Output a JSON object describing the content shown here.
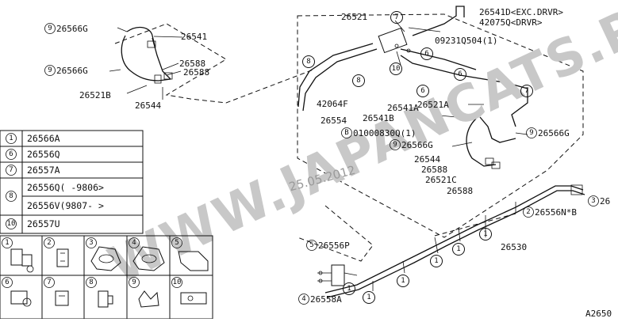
{
  "watermark": "WWW.JAPANCATS.RU",
  "date_stamp": "25.05.2012",
  "corner_code": "A2650",
  "callouts": [
    {
      "id": "c-26566G-top",
      "num": "9",
      "text": "26566G"
    },
    {
      "id": "c-26541",
      "num": "",
      "text": "26541"
    },
    {
      "id": "c-26566G-mid",
      "num": "9",
      "text": "26566G"
    },
    {
      "id": "c-26588-a",
      "num": "",
      "text": "26588"
    },
    {
      "id": "c-26588-b",
      "num": "",
      "text": "26588"
    },
    {
      "id": "c-26521B",
      "num": "",
      "text": "26521B"
    },
    {
      "id": "c-26544-left",
      "num": "",
      "text": "26544"
    },
    {
      "id": "c-26521",
      "num": "",
      "text": "26521"
    },
    {
      "id": "c-26541D",
      "num": "",
      "text": "26541D<EXC.DRVR>"
    },
    {
      "id": "c-42075Q",
      "num": "",
      "text": "42075Q<DRVR>"
    },
    {
      "id": "c-09231",
      "num": "",
      "text": "09231Q504(1)"
    },
    {
      "id": "c-42064F",
      "num": "",
      "text": "42064F"
    },
    {
      "id": "c-26541A",
      "num": "",
      "text": "26541A"
    },
    {
      "id": "c-26541B",
      "num": "",
      "text": "26541B"
    },
    {
      "id": "c-26521A",
      "num": "",
      "text": "26521A"
    },
    {
      "id": "c-26554",
      "num": "",
      "text": "26554"
    },
    {
      "id": "c-01000",
      "num": "B",
      "text": "01000830Q(1)"
    },
    {
      "id": "c-26566G-r1",
      "num": "9",
      "text": "26566G"
    },
    {
      "id": "c-26566G-r2",
      "num": "9",
      "text": "26566G"
    },
    {
      "id": "c-26544-right",
      "num": "",
      "text": "26544"
    },
    {
      "id": "c-26588-right",
      "num": "",
      "text": "26588"
    },
    {
      "id": "c-26521C",
      "num": "",
      "text": "26521C"
    },
    {
      "id": "c-26588-low",
      "num": "",
      "text": "26588"
    },
    {
      "id": "c-26556NB",
      "num": "2",
      "text": "26556N*B"
    },
    {
      "id": "c-26-edge",
      "num": "3",
      "text": "26"
    },
    {
      "id": "c-26556P",
      "num": "5",
      "text": "26556P"
    },
    {
      "id": "c-26530",
      "num": "",
      "text": "26530"
    },
    {
      "id": "c-26558A",
      "num": "4",
      "text": "26558A"
    }
  ],
  "legend": {
    "rows": [
      {
        "num": "1",
        "code": "26566A"
      },
      {
        "num": "6",
        "code": "26556Q"
      },
      {
        "num": "7",
        "code": "26557A"
      },
      {
        "num": "8",
        "code": "26556Q(  -9806>",
        "code2": "26556V(9807-   >"
      },
      {
        "num": "10",
        "code": "26557U"
      }
    ]
  },
  "clip_grid": {
    "top": [
      "1",
      "2",
      "3",
      "4",
      "5"
    ],
    "bottom": [
      "6",
      "7",
      "8",
      "9",
      "10"
    ]
  },
  "circle_markers": {
    "n7_top": "7",
    "n6_a": "6",
    "n6_b": "6",
    "n6_c": "6",
    "n10": "10",
    "n8_a": "8",
    "n8_b": "8",
    "n7_right": "7",
    "n1_a": "1",
    "n1_b": "1",
    "n1_c": "1",
    "n1_d": "1",
    "n1_e": "1",
    "n1_f": "1"
  }
}
